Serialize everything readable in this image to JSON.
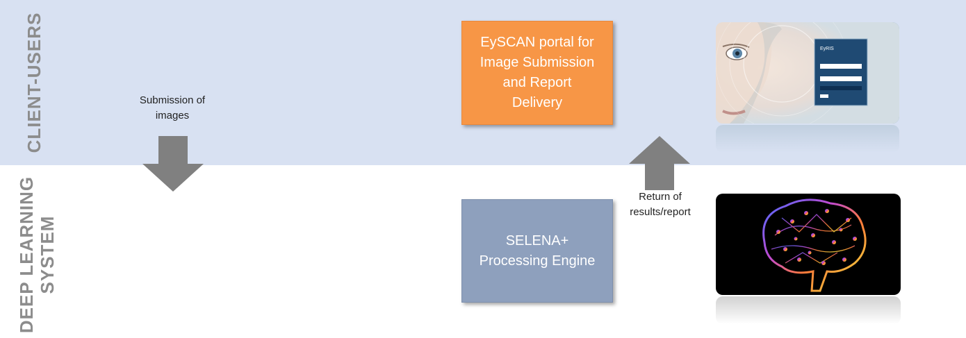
{
  "lanes": {
    "top": "CLIENT-USERS",
    "bottom_line1": "DEEP LEARNING",
    "bottom_line2": "SYSTEM"
  },
  "boxes": {
    "portal": [
      "EySCAN portal for",
      "Image Submission",
      "and Report",
      "Delivery"
    ],
    "engine": [
      "SELENA+",
      "Processing Engine"
    ]
  },
  "arrows": {
    "submit": [
      "Submission of",
      "images"
    ],
    "return": [
      "Return of",
      "results/report"
    ]
  },
  "images": {
    "portal_screenshot_label": "EyRIS"
  },
  "colors": {
    "top_band": "#d8e1f2",
    "portal_box": "#f79646",
    "engine_box": "#8ea0bd",
    "arrow": "#808080",
    "lane_label": "#8c8c8c"
  }
}
